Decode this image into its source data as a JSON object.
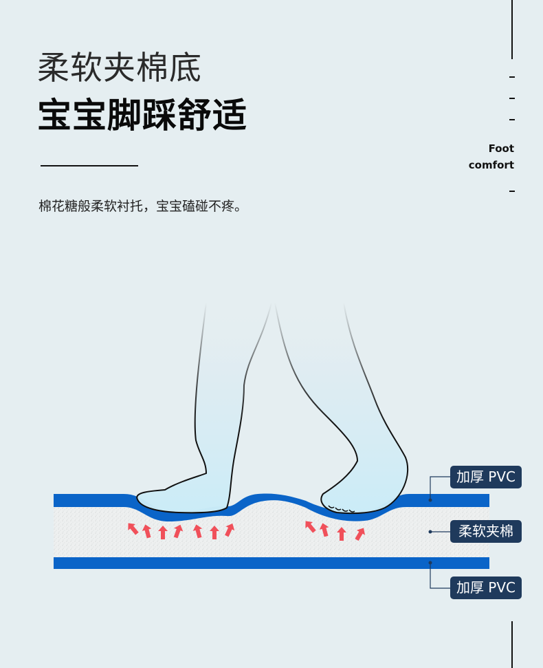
{
  "header": {
    "title_light": "柔软夹棉底",
    "title_bold": "宝宝脚踩舒适",
    "description": "棉花糖般柔软衬托，宝宝磕碰不疼。"
  },
  "side": {
    "line1": "Foot",
    "line2": "comfort"
  },
  "layers": {
    "top": "加厚 PVC",
    "middle": "柔软夹棉",
    "bottom": "加厚 PVC"
  },
  "colors": {
    "background": "#e5eef1",
    "pvc_blue": "#0a64c8",
    "label_bg": "#1f3a5c",
    "arrow": "#f0505a"
  }
}
